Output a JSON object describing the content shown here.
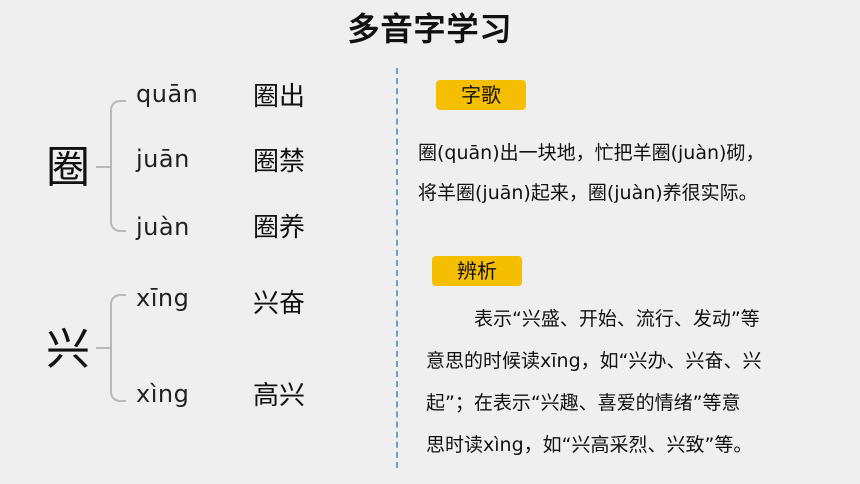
{
  "title": "多音字学习",
  "groups": [
    {
      "char": "圈",
      "items": [
        {
          "pinyin": "quān",
          "word": "圈出"
        },
        {
          "pinyin": "juān",
          "word": "圈禁"
        },
        {
          "pinyin": "juàn",
          "word": "圈养"
        }
      ]
    },
    {
      "char": "兴",
      "items": [
        {
          "pinyin": "xīng",
          "word": "兴奋"
        },
        {
          "pinyin": "xìng",
          "word": "高兴"
        }
      ]
    }
  ],
  "song": {
    "label": "字歌",
    "lines": [
      "圈(quān)出一块地，忙把羊圈(juàn)砌，",
      "将羊圈(juān)起来，圈(juàn)养很实际。"
    ]
  },
  "analysis": {
    "label": "辨析",
    "lines": [
      "表示“兴盛、开始、流行、发动”等",
      "意思的时候读xīng，如“兴办、兴奋、兴",
      "起”；在表示“兴趣、喜爱的情绪”等意",
      "思时读xìng，如“兴高采烈、兴致”等。"
    ]
  }
}
